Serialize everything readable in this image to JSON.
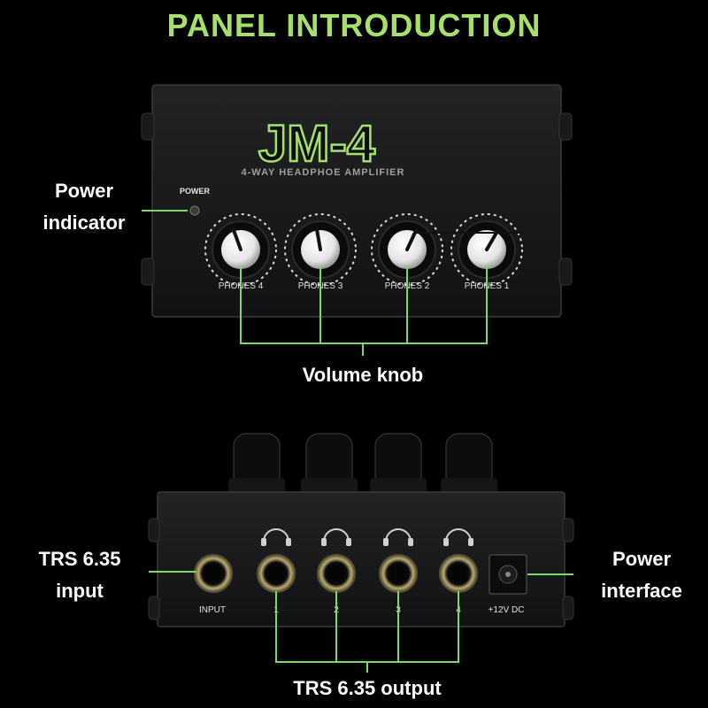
{
  "title": "PANEL INTRODUCTION",
  "front_panel": {
    "logo": "JM-4",
    "subtitle": "4-WAY HEADPHOE AMPLIFIER",
    "power_label": "POWER",
    "knob_labels": [
      "PHONES 4",
      "PHONES 3",
      "PHONES 2",
      "PHONES 1"
    ]
  },
  "back_panel": {
    "input_label": "INPUT",
    "output_labels": [
      "1",
      "2",
      "3",
      "4"
    ],
    "dc_label": "+12V DC"
  },
  "callouts": {
    "power_indicator_line1": "Power",
    "power_indicator_line2": "indicator",
    "volume_knob": "Volume knob",
    "trs_input_line1": "TRS 6.35",
    "trs_input_line2": "input",
    "power_interface_line1": "Power",
    "power_interface_line2": "interface",
    "trs_output": "TRS 6.35 output"
  },
  "colors": {
    "accent": "#a6e06c",
    "leader": "#7fd86a",
    "panel": "#161718"
  }
}
